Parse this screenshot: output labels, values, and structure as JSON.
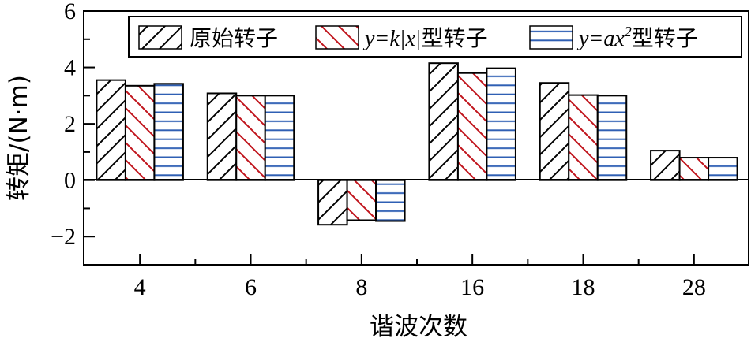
{
  "chart_data": {
    "type": "bar",
    "title": "",
    "xlabel": "谐波次数",
    "ylabel": "转矩/(N·m)",
    "categories": [
      "4",
      "6",
      "8",
      "16",
      "18",
      "28"
    ],
    "series": [
      {
        "name": "原始转子",
        "pattern": "hatch-forward",
        "color": "#000000",
        "values": [
          3.55,
          3.08,
          -1.58,
          4.15,
          3.45,
          1.05
        ]
      },
      {
        "name": "y=k|x|型转子",
        "pattern": "hatch-backward",
        "color": "#c0141c",
        "values": [
          3.35,
          3.0,
          -1.42,
          3.8,
          3.02,
          0.8
        ]
      },
      {
        "name": "y=ax²型转子",
        "pattern": "horizontal-lines",
        "color": "#2f5fb4",
        "values": [
          3.42,
          3.0,
          -1.45,
          3.97,
          3.0,
          0.8
        ]
      }
    ],
    "ylim": [
      -3,
      6
    ],
    "yticks": [
      -2,
      0,
      2,
      4,
      6
    ],
    "yminor_ticks": [
      -1,
      1,
      3,
      5
    ],
    "grid": false,
    "legend_position": "top-right inside"
  },
  "legend": {
    "items": [
      {
        "label_prefix": "",
        "label_math": "",
        "label_sup": "",
        "label_suffix": "原始转子"
      },
      {
        "label_prefix": "",
        "label_math": "y=k|x|",
        "label_sup": "",
        "label_suffix": "型转子"
      },
      {
        "label_prefix": "",
        "label_math": "y=ax",
        "label_sup": "2",
        "label_suffix": "型转子"
      }
    ]
  },
  "axes": {
    "x_title": "谐波次数",
    "y_title": "转矩/(N·m)",
    "y_tick_labels": [
      "6",
      "4",
      "2",
      "0",
      "−2"
    ]
  }
}
